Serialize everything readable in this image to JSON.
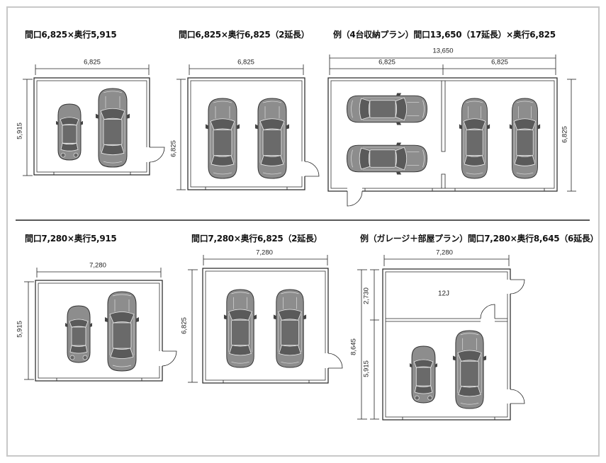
{
  "plans": [
    {
      "title": "間口6,825×奥行5,915",
      "width_label": "6,825",
      "depth_label": "5,915"
    },
    {
      "title": "間口6,825×奥行6,825（2延長）",
      "width_label": "6,825",
      "depth_label": "6,825"
    },
    {
      "title": "例（4台収納プラン）間口13,650（17延長）×奥行6,825",
      "total_width_label": "13,650",
      "bay_width_labels": [
        "6,825",
        "6,825"
      ],
      "depth_label": "6,825"
    },
    {
      "title": "間口7,280×奥行5,915",
      "width_label": "7,280",
      "depth_label": "5,915"
    },
    {
      "title": "間口7,280×奥行6,825（2延長）",
      "width_label": "7,280",
      "depth_label": "6,825"
    },
    {
      "title": "例（ガレージ＋部屋プラン）間口7,280×奥行8,645（6延長）",
      "width_label": "7,280",
      "total_depth_label": "8,645",
      "room_depth_label": "2,730",
      "garage_depth_label": "5,915",
      "room_label": "12J"
    }
  ]
}
